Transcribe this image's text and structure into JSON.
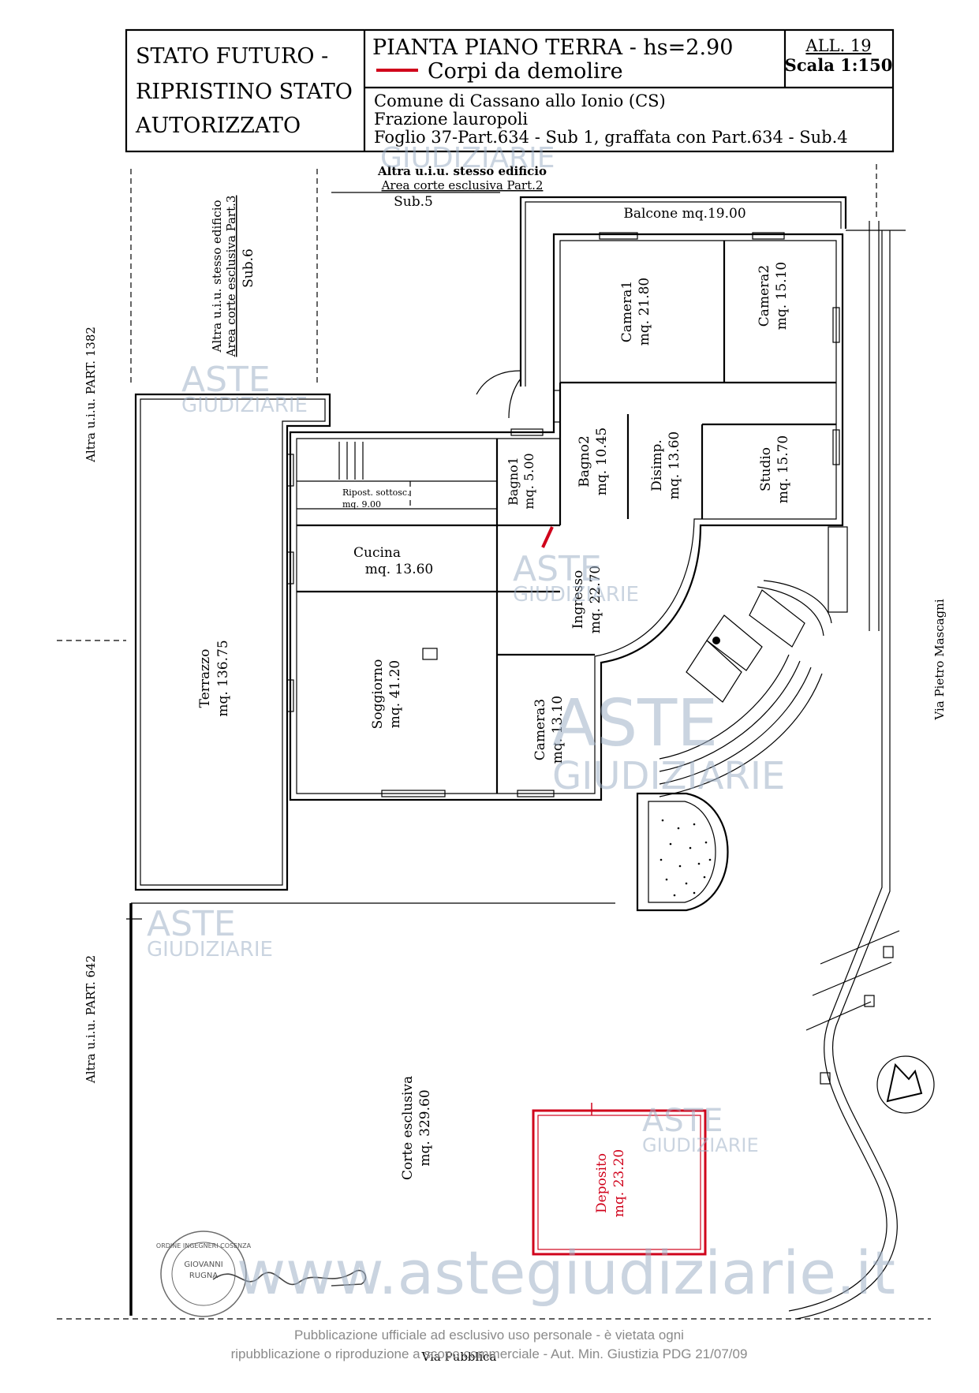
{
  "title_block": {
    "state_lines": [
      "STATO FUTURO -",
      "RIPRISTINO STATO",
      "AUTORIZZATO"
    ],
    "plan_title": "PIANTA PIANO TERRA - hs=2.90",
    "legend_label": "Corpi da demolire",
    "legend_color": "#d0021b",
    "attachment": "ALL. 19",
    "scale": "Scala 1:150",
    "municipality": "Comune di Cassano allo Ionio (CS)",
    "hamlet": "Frazione lauropoli",
    "cadastral": "Foglio 37-Part.634 - Sub 1, graffata con Part.634 - Sub.4"
  },
  "boundaries": {
    "top_label_1": "Altra u.i.u. stesso edificio",
    "top_label_2": "Area corte esclusiva Part.2",
    "top_label_3": "Sub.5",
    "left_upper_1": "Altra u.i.u. stesso edificio",
    "left_upper_2": "Area corte esclusiva Part.3",
    "left_upper_3": "Sub.6",
    "left_part_1382": "Altra u.i.u. PART. 1382",
    "left_part_642": "Altra u.i.u. PART. 642",
    "street_right": "Via Pietro Mascagni",
    "street_bottom": "Via Pubblica"
  },
  "rooms": {
    "balcone": "Balcone mq.19.00",
    "camera1_name": "Camera1",
    "camera1_area": "mq. 21.80",
    "camera2_name": "Camera2",
    "camera2_area": "mq. 15.10",
    "bagno1_name": "Bagno1",
    "bagno1_area": "mq. 5.00",
    "bagno2_name": "Bagno2",
    "bagno2_area": "mq. 10.45",
    "disimp_name": "Disimp.",
    "disimp_area": "mq. 13.60",
    "studio_name": "Studio",
    "studio_area": "mq. 15.70",
    "ripost_name": "Ripost. sottosc.",
    "ripost_area": "mq. 9.00",
    "cucina_name": "Cucina",
    "cucina_area": "mq. 13.60",
    "ingresso_name": "Ingresso",
    "ingresso_area": "mq. 22.70",
    "soggiorno_name": "Soggiorno",
    "soggiorno_area": "mq. 41.20",
    "camera3_name": "Camera3",
    "camera3_area": "mq. 13.10",
    "terrazzo_name": "Terrazzo",
    "terrazzo_area": "mq. 136.75",
    "corte_name": "Corte esclusiva",
    "corte_area": "mq. 329.60",
    "deposito_name": "Deposito",
    "deposito_area": "mq. 23.20"
  },
  "stamp": {
    "text_1": "ORDINE INGEGNERI COSENZA",
    "text_2": "GIOVANNI",
    "text_3": "RUGNA"
  },
  "watermarks": {
    "aste": "ASTE",
    "giudiziarie": "GIUDIZIARIE",
    "site": "www.astegiudiziarie.it"
  },
  "footer": {
    "line_1": "Pubblicazione ufficiale ad esclusivo uso personale - è vietata ogni",
    "line_2": "ripubblicazione o riproduzione a scopo commerciale - Aut. Min. Giustizia PDG 21/07/09"
  }
}
